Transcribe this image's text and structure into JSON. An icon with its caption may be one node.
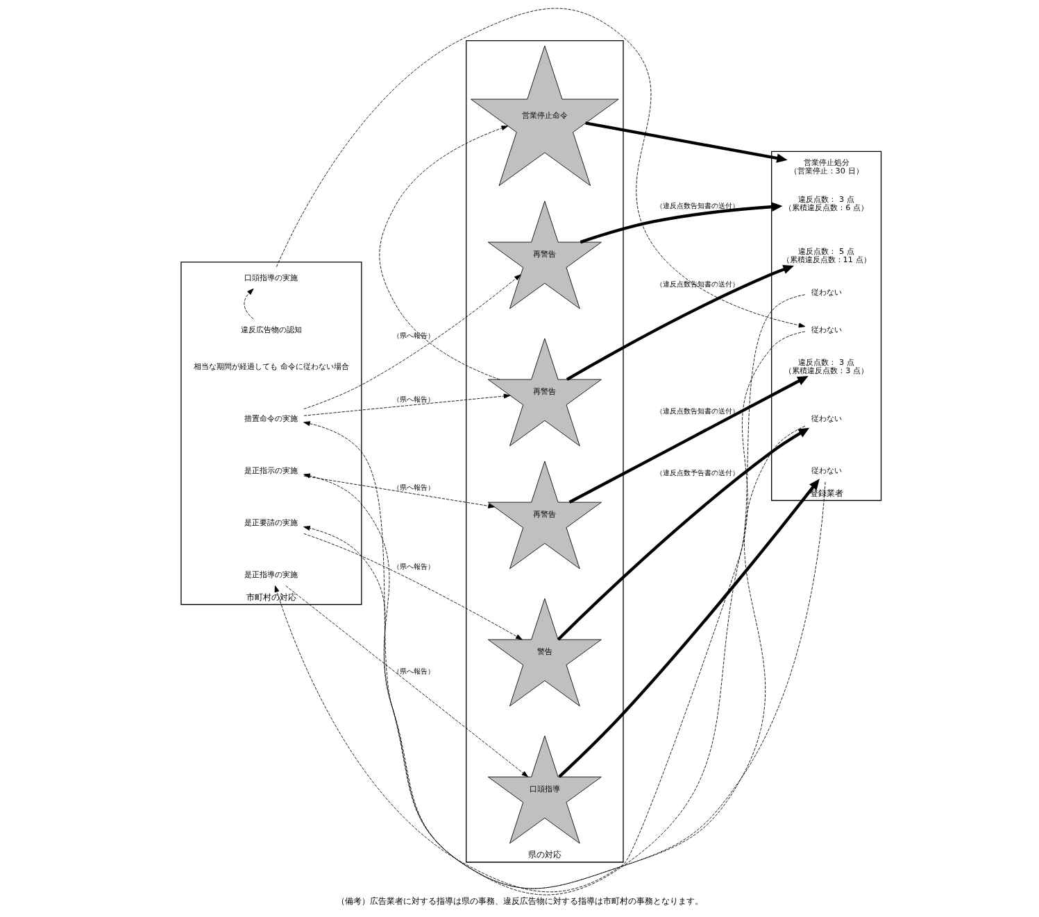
{
  "diagram": {
    "caption": "（備考）広告業者に対する指導は県の事務、違反広告物に対する指導は市町村の事務となります。",
    "nodes": [
      {
        "text": [
          "市町村の対応"
        ]
      },
      {
        "text": [
          "違反広告物の認知"
        ],
        "in": 0
      },
      {
        "text": [
          "口頭指導の実施"
        ],
        "in": 0
      },
      {
        "text": [
          "是正指導の実施"
        ],
        "in": 0
      },
      {
        "text": [
          "是正要請の実施"
        ],
        "in": 0
      },
      {
        "text": [
          "是正指示の実施"
        ],
        "in": 0
      },
      {
        "text": [
          "措置命令の実施"
        ],
        "in": 0
      },
      {
        "text": [
          "県の対応"
        ]
      },
      {
        "text": [
          "口頭指導"
        ],
        "in": 7
      },
      {
        "text": [
          "警告"
        ],
        "in": 7
      },
      {
        "text": [
          "再警告"
        ],
        "in": 7
      },
      {
        "text": [
          "再警告"
        ],
        "in": 7
      },
      {
        "text": [
          "再警告"
        ],
        "in": 7
      },
      {
        "text": [
          "営業停止命令"
        ],
        "in": 7
      },
      {
        "text": [
          "登録業者"
        ]
      },
      {
        "text": [
          "従わない"
        ],
        "in": 14
      },
      {
        "text": [
          "従わない"
        ],
        "in": 14
      },
      {
        "text": [
          "従わない"
        ],
        "in": 14
      },
      {
        "text": [
          "違反点数： 3 点",
          "（累積違反点数：3 点）"
        ],
        "in": 14
      },
      {
        "text": [
          "従わない"
        ],
        "in": 14
      },
      {
        "text": [
          "違反点数： 3 点",
          "（累積違反点数：6 点）"
        ],
        "in": 14
      },
      {
        "text": [
          "違反点数： 5 点",
          "（累積違反点数：11 点）"
        ],
        "in": 14
      },
      {
        "text": [
          "営業停止処分",
          "（営業停止：30 日）"
        ],
        "in": 14
      }
    ],
    "edges": [
      {
        "from": 1,
        "to": 2,
        "arrow": "to",
        "style": "dashed"
      },
      {
        "from": 2,
        "to": 15,
        "arrow": "to",
        "style": "dashed"
      },
      {
        "from": 15,
        "to": 3,
        "arrow": "to",
        "style": "dashed"
      },
      {
        "from": 3,
        "to": 8,
        "arrow": "to",
        "style": "dashed",
        "label": "（県へ報告）"
      },
      {
        "from": 8,
        "to": 16,
        "arrow": "to",
        "style": "thick"
      },
      {
        "from": 16,
        "to": 4,
        "arrow": "to",
        "style": "dashed"
      },
      {
        "from": 4,
        "to": 9,
        "arrow": "to",
        "style": "dashed",
        "label": "（県へ報告）"
      },
      {
        "from": 9,
        "to": 17,
        "arrow": "to",
        "style": "thick",
        "label": "（違反点数予告書の送付）"
      },
      {
        "from": 17,
        "to": 5,
        "arrow": "to",
        "style": "dashed"
      },
      {
        "from": 5,
        "to": 10,
        "arrow": "to",
        "style": "dashed",
        "label": "（県へ報告）"
      },
      {
        "from": 10,
        "to": 18,
        "arrow": "to",
        "style": "thick",
        "label": "（違反点数告知書の送付）"
      },
      {
        "from": 19,
        "to": 6,
        "arrow": "to",
        "style": "dashed"
      },
      {
        "from": 6,
        "to": 11,
        "arrow": "to",
        "style": "dashed",
        "label": "（県へ報告）"
      },
      {
        "from": 11,
        "to": 20,
        "arrow": "to",
        "style": "thick",
        "label": "（違反点数告知書の送付）"
      },
      {
        "from": 6,
        "to": 12,
        "arrow": "to",
        "style": "dashed",
        "label": "（県へ報告）"
      },
      {
        "from": 12,
        "to": 21,
        "arrow": "to",
        "style": "thick",
        "label": "（違反点数告知書の送付）"
      },
      {
        "from": 12,
        "to": 13,
        "arrow": "to",
        "style": "dashed"
      },
      {
        "from": 13,
        "to": 22,
        "arrow": "to",
        "style": "thick"
      }
    ],
    "labels": [
      "相当な期間が経過しても 命令に従わない場合"
    ]
  }
}
